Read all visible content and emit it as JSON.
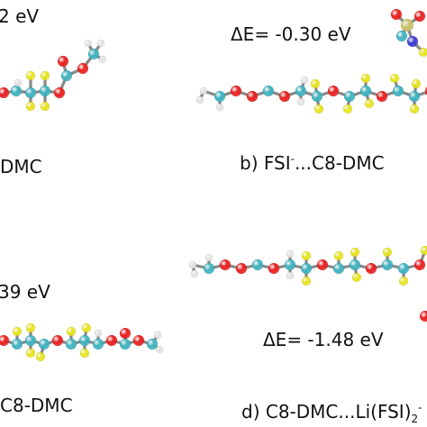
{
  "panels": {
    "a": {
      "energy": "2 eV",
      "caption": "DMC"
    },
    "b": {
      "energy": "ΔE= -0.30 eV",
      "caption_prefix": "b) FSI",
      "caption_sup": "-",
      "caption_suffix": "...C8-DMC"
    },
    "c": {
      "energy": "39 eV",
      "caption": "C8-DMC"
    },
    "d": {
      "energy": "ΔE= -1.48 eV",
      "caption_prefix": "d) C8-DMC...Li(FSI)",
      "caption_sub": "2",
      "caption_sup": "-"
    }
  },
  "colors": {
    "carbon": "#3fb3c0",
    "oxygen": "#e8201f",
    "fluorine": "#e8e41c",
    "hydrogen": "#e4e4e4",
    "sulfur": "#c8c26a",
    "nitrogen": "#3a3ad0",
    "bond": "#888888"
  }
}
